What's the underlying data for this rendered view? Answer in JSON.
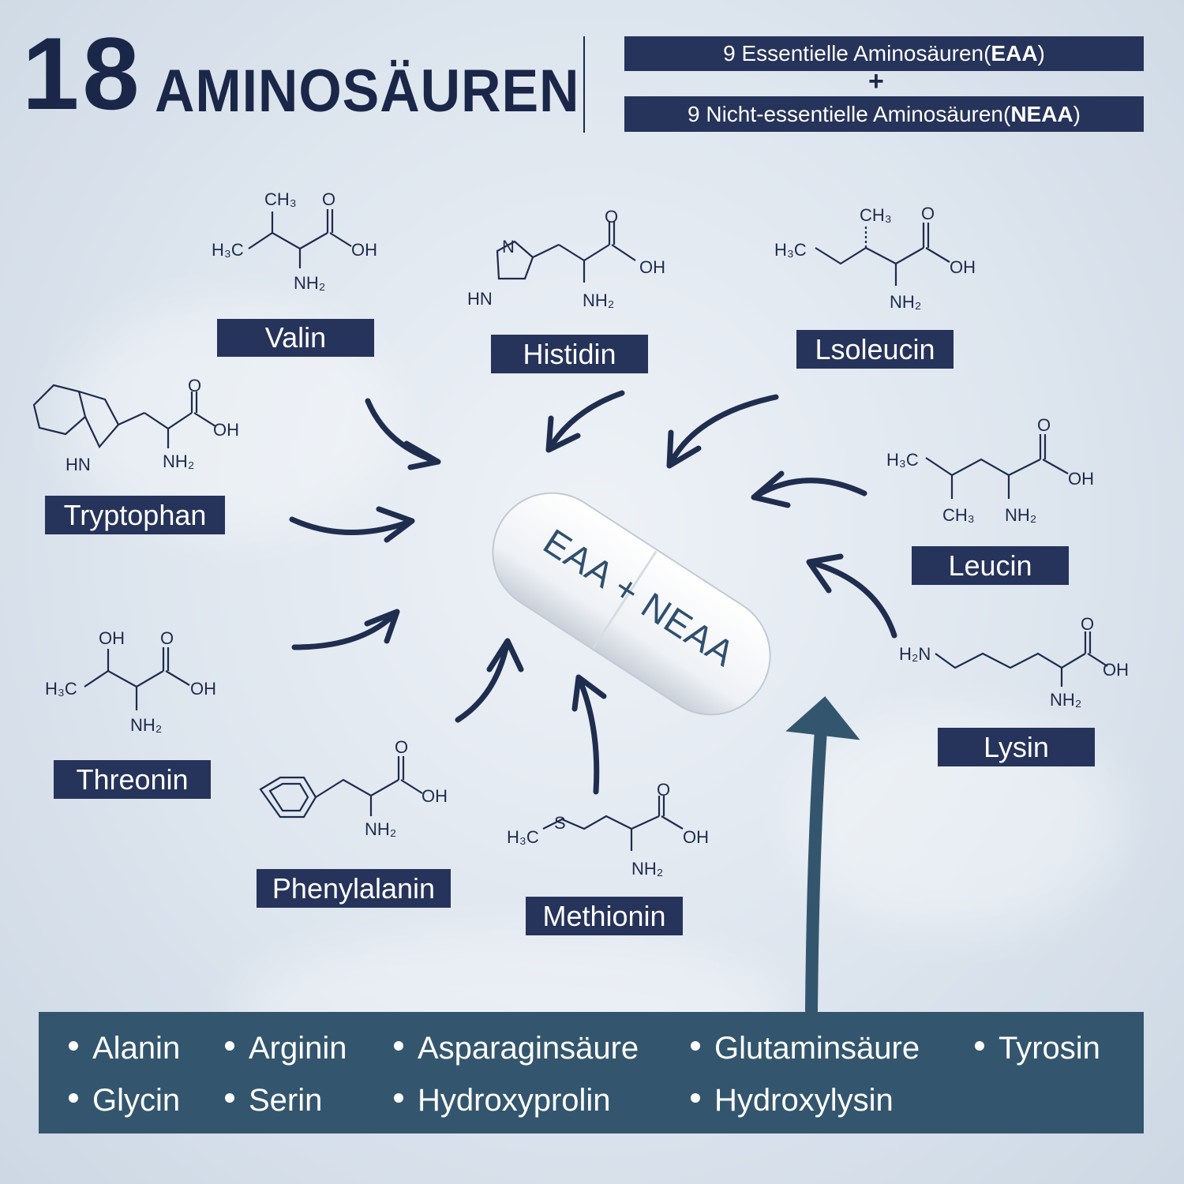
{
  "header": {
    "number": "18",
    "word": "AMINOSÄUREN",
    "eaa_line_prefix": "9 Essentielle Aminosäuren(",
    "eaa_abbr": "EAA",
    "eaa_line_suffix": ")",
    "plus": "+",
    "neaa_line_prefix": "9 Nicht-essentielle Aminosäuren(",
    "neaa_abbr": "NEAA",
    "neaa_line_suffix": ")"
  },
  "capsule": {
    "text": "EAA + NEAA"
  },
  "essential": [
    {
      "name": "Valin"
    },
    {
      "name": "Histidin"
    },
    {
      "name": "Lsoleucin"
    },
    {
      "name": "Tryptophan"
    },
    {
      "name": "Leucin"
    },
    {
      "name": "Threonin"
    },
    {
      "name": "Lysin"
    },
    {
      "name": "Phenylalanin"
    },
    {
      "name": "Methionin"
    }
  ],
  "chem": {
    "ch3": "CH₃",
    "h3c": "H₃C",
    "o": "O",
    "oh": "OH",
    "nh2": "NH₂",
    "h2n": "H₂N",
    "n": "N",
    "hn": "HN",
    "s": "S"
  },
  "non_essential": [
    "Alanin",
    "Arginin",
    "Asparaginsäure",
    "Glutaminsäure",
    "Tyrosin",
    "Glycin",
    "Serin",
    "Hydroxyprolin",
    "Hydroxylysin"
  ],
  "colors": {
    "navy": "#26335a",
    "panel": "#33566e",
    "capsule_text": "#2f4f6e"
  }
}
